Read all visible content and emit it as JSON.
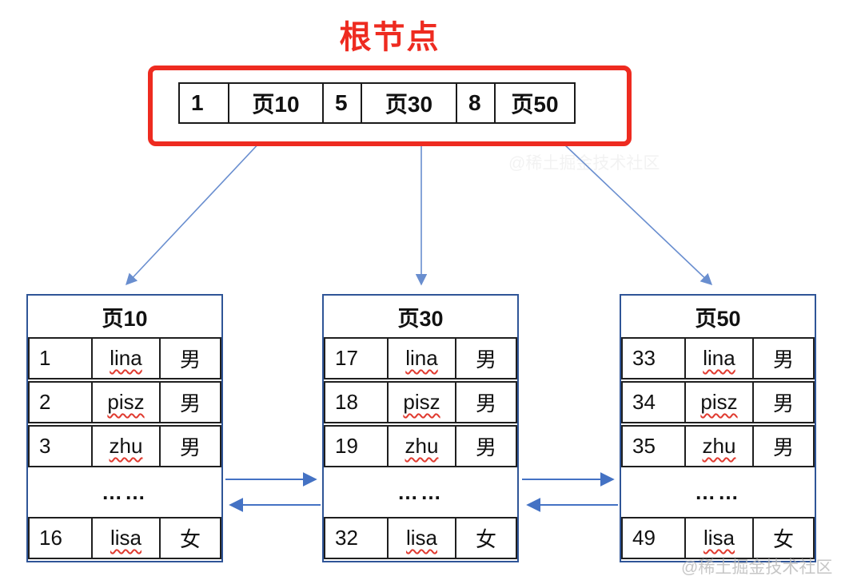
{
  "title": "根节点",
  "root": {
    "cells": [
      "1",
      "页10",
      "5",
      "页30",
      "8",
      "页50"
    ]
  },
  "pages": [
    {
      "name": "页10",
      "rows": [
        [
          "1",
          "lina",
          "男"
        ],
        [
          "2",
          "pisz",
          "男"
        ],
        [
          "3",
          "zhu",
          "男"
        ]
      ],
      "ellipsis": "……",
      "last_row": [
        "16",
        "lisa",
        "女"
      ]
    },
    {
      "name": "页30",
      "rows": [
        [
          "17",
          "lina",
          "男"
        ],
        [
          "18",
          "pisz",
          "男"
        ],
        [
          "19",
          "zhu",
          "男"
        ]
      ],
      "ellipsis": "……",
      "last_row": [
        "32",
        "lisa",
        "女"
      ]
    },
    {
      "name": "页50",
      "rows": [
        [
          "33",
          "lina",
          "男"
        ],
        [
          "34",
          "pisz",
          "男"
        ],
        [
          "35",
          "zhu",
          "男"
        ]
      ],
      "ellipsis": "……",
      "last_row": [
        "49",
        "lisa",
        "女"
      ]
    }
  ],
  "watermark": "@稀土掘金技术社区",
  "faint_watermark": "@稀土掘金技术社区",
  "colors": {
    "accent_red": "#ee2b20",
    "arrow_blue": "#4472c4",
    "page_border_blue": "#2f5597",
    "watermark_gray": "#bdbdbd"
  }
}
